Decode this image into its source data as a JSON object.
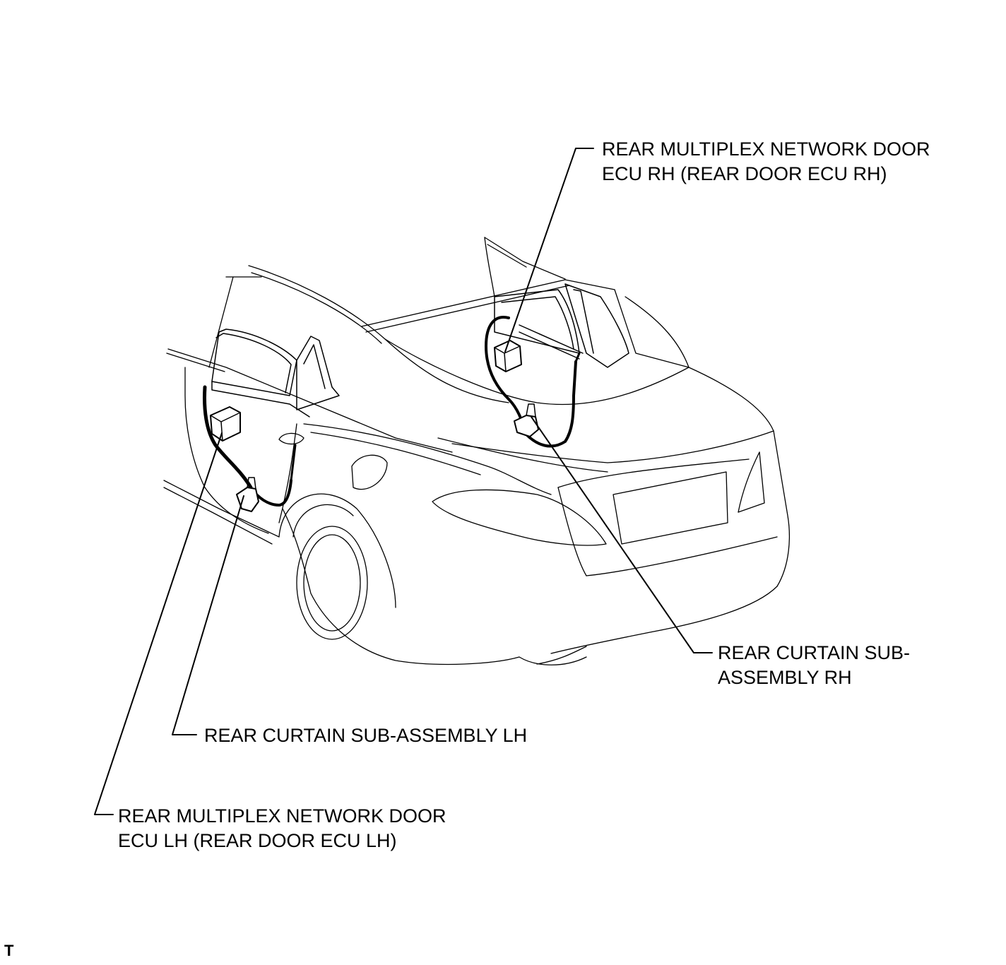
{
  "diagram": {
    "subject": "rear doors with ECUs and rear curtain sub-assemblies (line drawing)",
    "callouts": {
      "ecu_rh": {
        "line1": "REAR MULTIPLEX NETWORK DOOR",
        "line2": "ECU RH (REAR DOOR ECU RH)"
      },
      "curtain_rh": {
        "line1": "REAR CURTAIN SUB-",
        "line2": "ASSEMBLY RH"
      },
      "curtain_lh": {
        "line1": "REAR CURTAIN SUB-ASSEMBLY LH"
      },
      "ecu_lh": {
        "line1": "REAR MULTIPLEX NETWORK DOOR",
        "line2": "ECU LH (REAR DOOR ECU LH)"
      }
    },
    "corner_mark": "T",
    "colors": {
      "line": "#000000",
      "background": "#ffffff"
    }
  }
}
